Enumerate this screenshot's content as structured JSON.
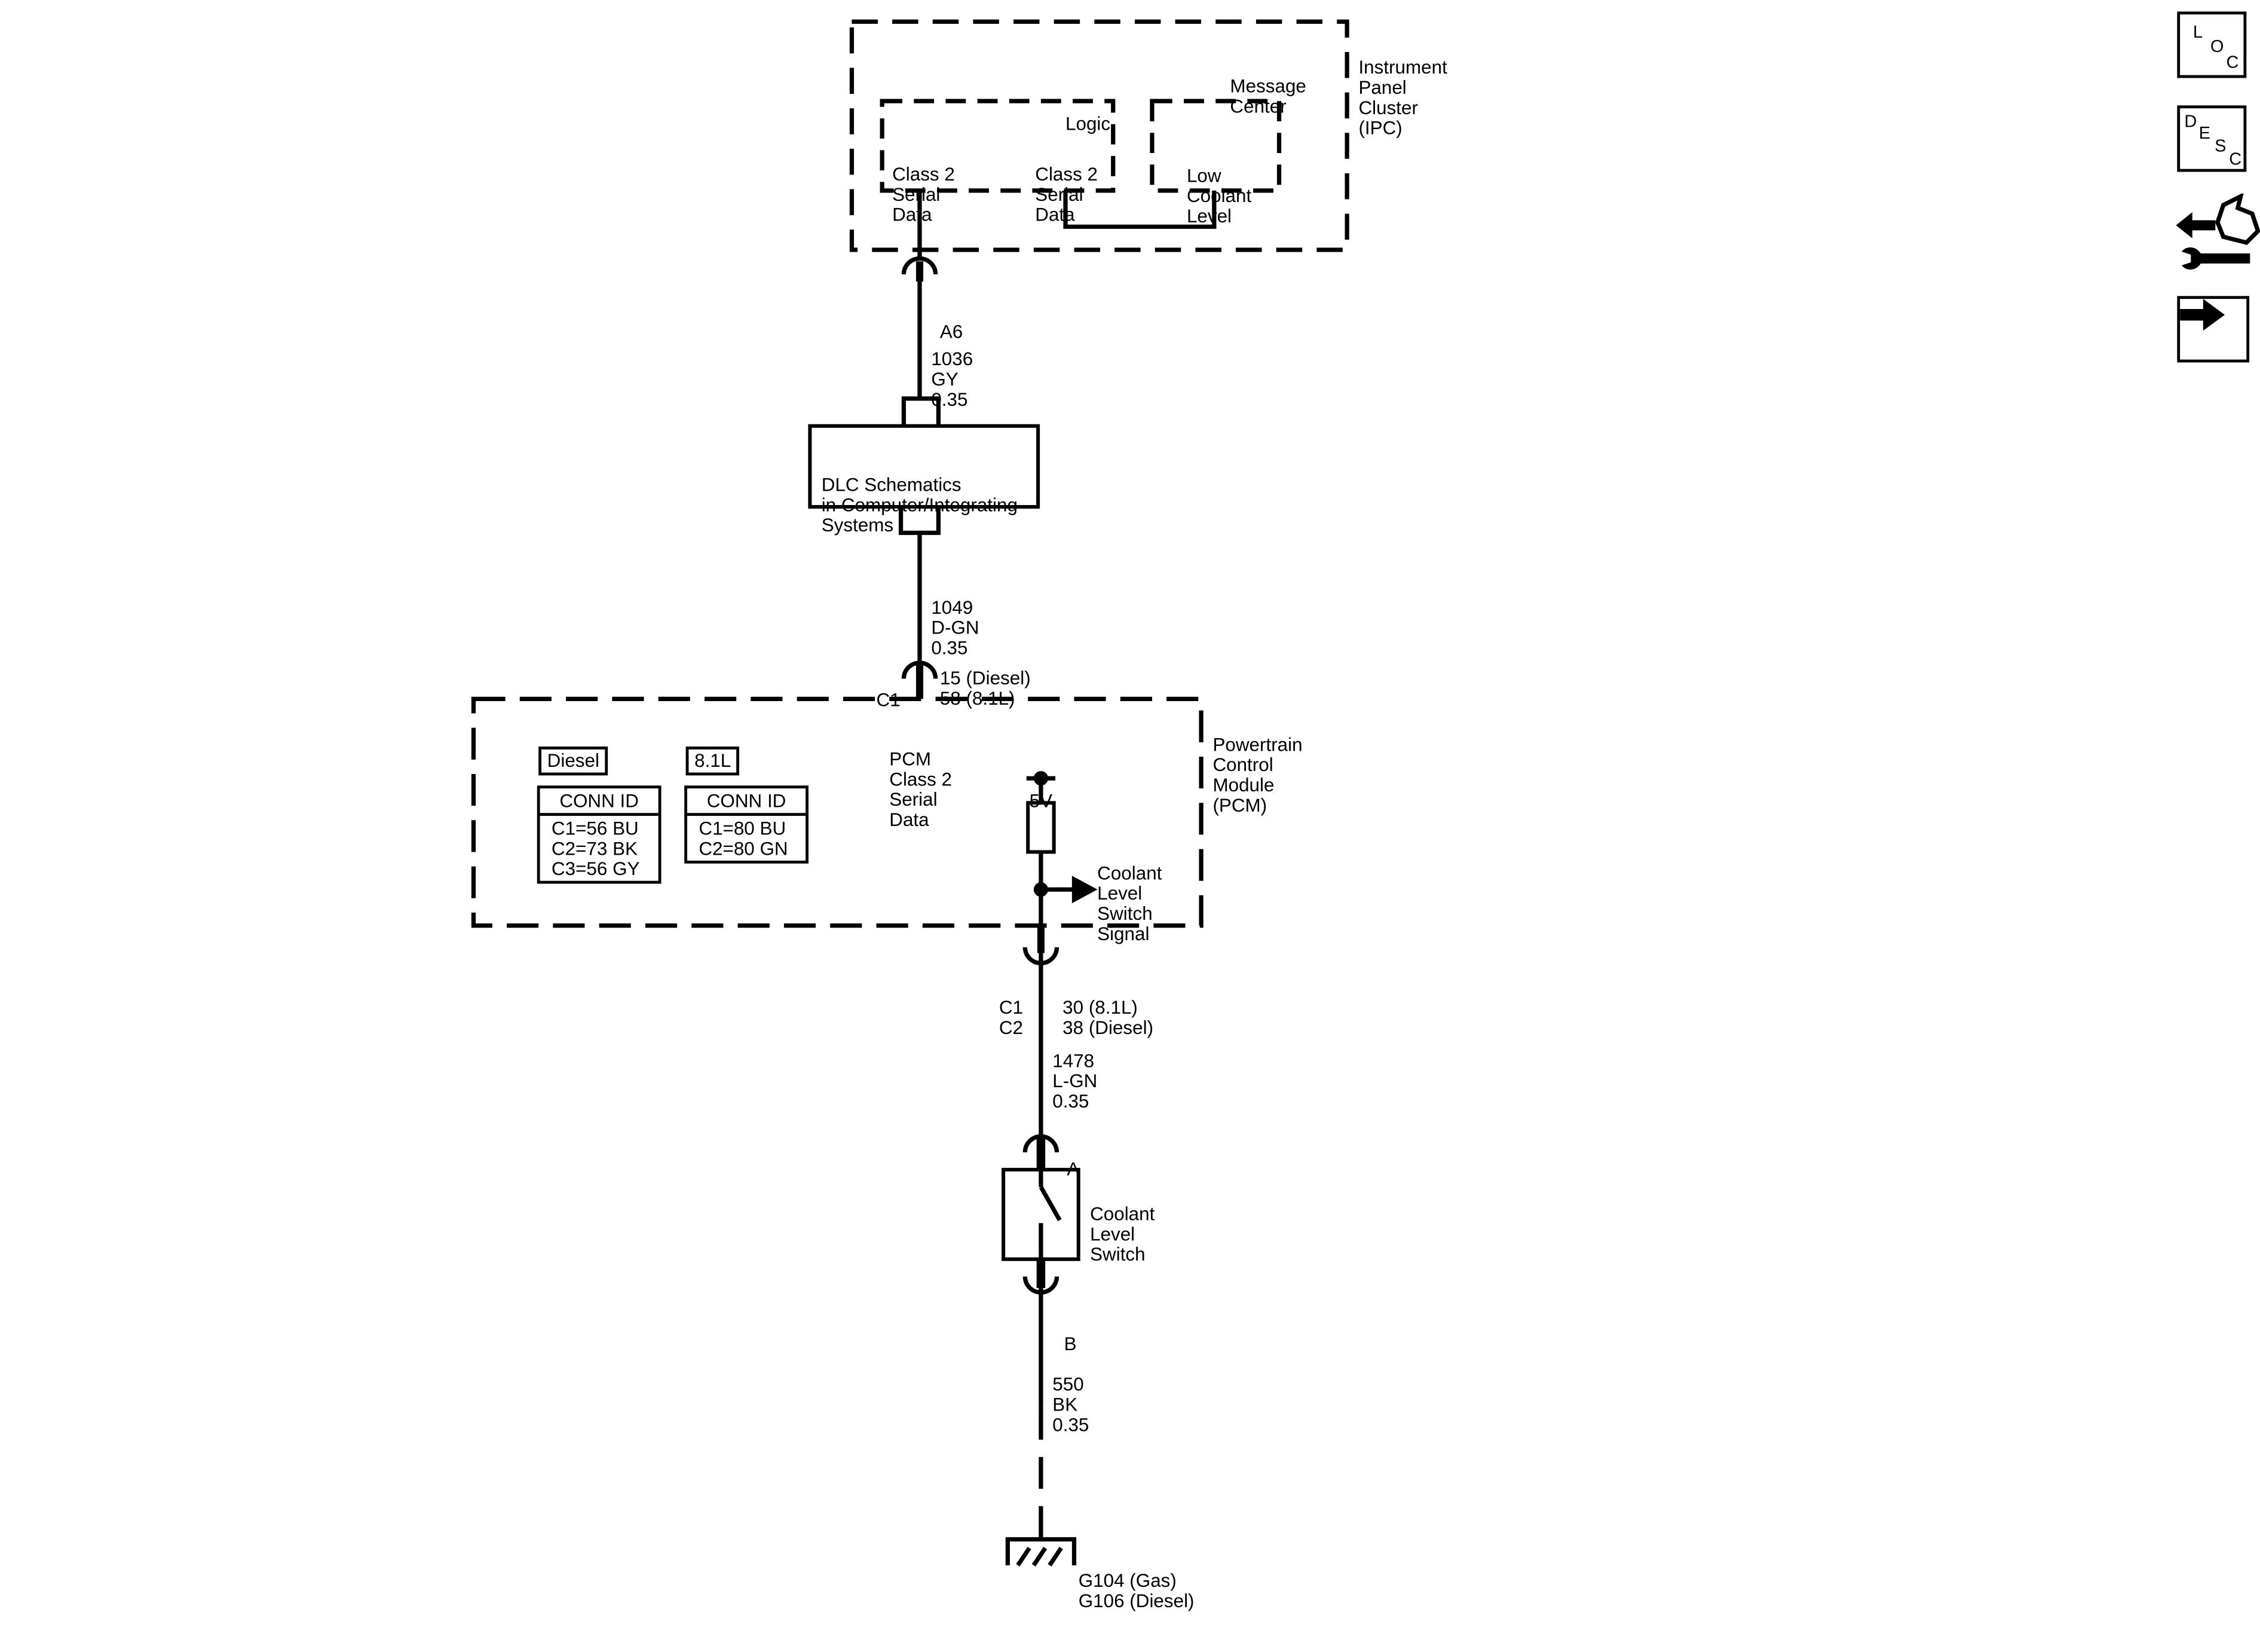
{
  "ipc": {
    "name_lines": [
      "Instrument",
      "Panel",
      "Cluster",
      "(IPC)"
    ],
    "message_center_lines": [
      "Message",
      "Center"
    ],
    "logic_label": "Logic",
    "class2_left_lines": [
      "Class 2",
      "Serial",
      "Data"
    ],
    "class2_right_lines": [
      "Class 2",
      "Serial",
      "Data"
    ],
    "low_coolant_lines": [
      "Low",
      "Coolant",
      "Level"
    ],
    "connector_pin": "A6"
  },
  "wire_1036": {
    "circuit": "1036",
    "color": "GY",
    "size": "0.35"
  },
  "dlc": {
    "lines": [
      "DLC Schematics",
      "in Computer/Integrating",
      "Systems"
    ]
  },
  "wire_1049": {
    "circuit": "1049",
    "color": "D-GN",
    "size": "0.35"
  },
  "pcm_top_connector": {
    "conn": "C1",
    "pin_lines": [
      "15 (Diesel)",
      "58 (8.1L)"
    ]
  },
  "pcm": {
    "name_lines": [
      "Powertrain",
      "Control",
      "Module",
      "(PCM)"
    ],
    "class2_lines": [
      "PCM",
      "Class 2",
      "Serial",
      "Data"
    ],
    "supply_label": "5V",
    "signal_lines": [
      "Coolant",
      "Level",
      "Switch",
      "Signal"
    ],
    "diesel_tag": "Diesel",
    "diesel_conn_header": "CONN ID",
    "diesel_conn_rows": [
      "C1=56 BU",
      "C2=73 BK",
      "C3=56 GY"
    ],
    "gas_tag": "8.1L",
    "gas_conn_header": "CONN ID",
    "gas_conn_rows": [
      "C1=80 BU",
      "C2=80 GN"
    ]
  },
  "pcm_bottom_connector": {
    "conn_lines": [
      "C1",
      "C2"
    ],
    "pin_lines": [
      "30 (8.1L)",
      "38 (Diesel)"
    ]
  },
  "wire_1478": {
    "circuit": "1478",
    "color": "L-GN",
    "size": "0.35"
  },
  "switch": {
    "pin_a": "A",
    "name_lines": [
      "Coolant",
      "Level",
      "Switch"
    ],
    "pin_b": "B"
  },
  "wire_550": {
    "circuit": "550",
    "color": "BK",
    "size": "0.35"
  },
  "ground": {
    "lines": [
      "G104 (Gas)",
      "G106 (Diesel)"
    ]
  },
  "nav": {
    "loc": {
      "l": "L",
      "o": "O",
      "c": "C"
    },
    "desc": {
      "d": "D",
      "e": "E",
      "s": "S",
      "c": "C"
    },
    "icons": {
      "tool": "wrench-diagnostic-icon",
      "next": "right-arrow-icon"
    }
  }
}
